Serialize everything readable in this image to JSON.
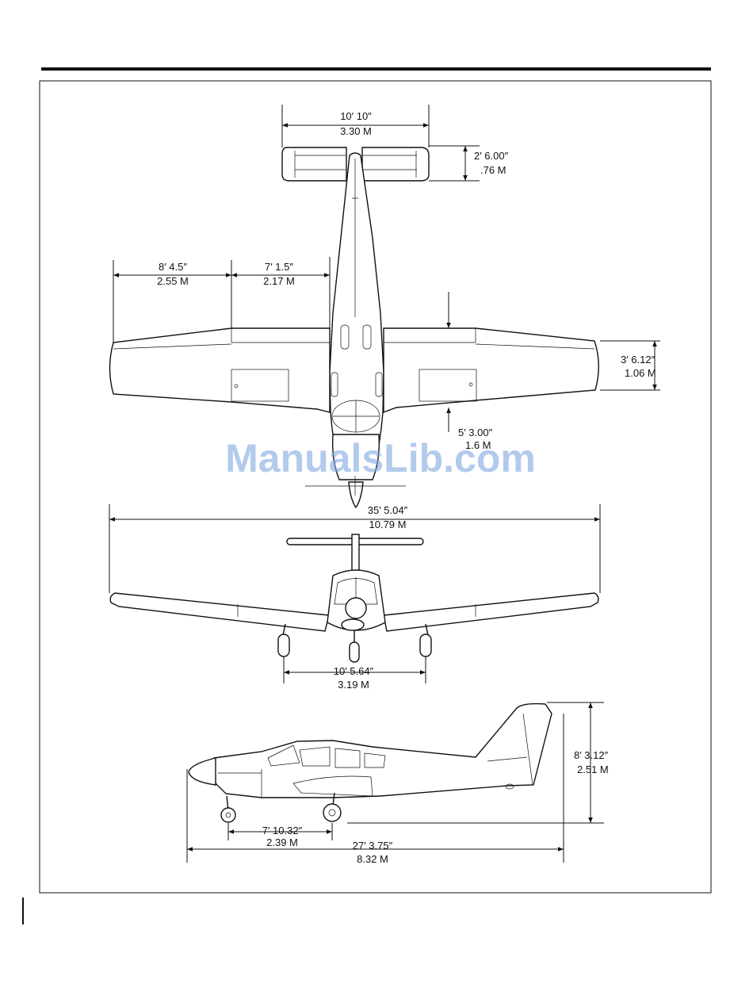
{
  "watermark": "ManualsLib.com",
  "top_view": {
    "stabilizer_span": {
      "imperial": "10′ 10″",
      "metric": "3.30 M"
    },
    "stabilizer_chord": {
      "imperial": "2′ 6.00″",
      "metric": ".76 M"
    },
    "outer_wing": {
      "imperial": "8′ 4.5″",
      "metric": "2.55 M"
    },
    "inner_wing": {
      "imperial": "7′ 1.5″",
      "metric": "2.17 M"
    },
    "tip_chord": {
      "imperial": "3′ 6.12″",
      "metric": "1.06 M"
    },
    "root_chord": {
      "imperial": "5′ 3.00″",
      "metric": "1.6 M"
    }
  },
  "front_view": {
    "wing_span": {
      "imperial": "35′ 5.04″",
      "metric": "10.79 M"
    },
    "wheel_track": {
      "imperial": "10′ 5.64″",
      "metric": "3.19 M"
    }
  },
  "side_view": {
    "height": {
      "imperial": "8′ 3.12″",
      "metric": "2.51 M"
    },
    "wheel_base": {
      "imperial": "7′ 10.32″",
      "metric": "2.39 M"
    },
    "length": {
      "imperial": "27′ 3.75″",
      "metric": "8.32 M"
    }
  }
}
